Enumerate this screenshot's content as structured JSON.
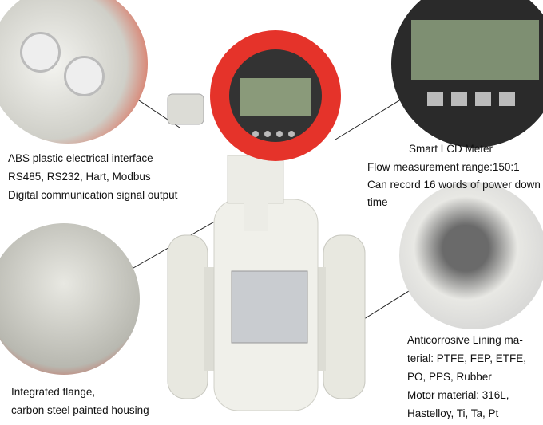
{
  "callouts": {
    "interface": [
      "ABS plastic electrical interface",
      "RS485, RS232, Hart, Modbus",
      "Digital communication signal output"
    ],
    "lcd": {
      "title": "Smart LCD Meter",
      "lines": [
        "Flow measurement range:150:1",
        "Can record 16 words of power down",
        "time"
      ]
    },
    "lining": [
      "Anticorrosive Lining ma-",
      "terial: PTFE, FEP, ETFE,",
      "PO, PPS, Rubber",
      "Motor material: 316L,",
      "Hastelloy, Ti, Ta, Pt"
    ],
    "flange": [
      "Integrated flange,",
      "carbon steel painted housing"
    ]
  },
  "colors": {
    "housing_red": "#e5332a",
    "body": "#eeeee6",
    "lcd": "#8a9a7a"
  }
}
